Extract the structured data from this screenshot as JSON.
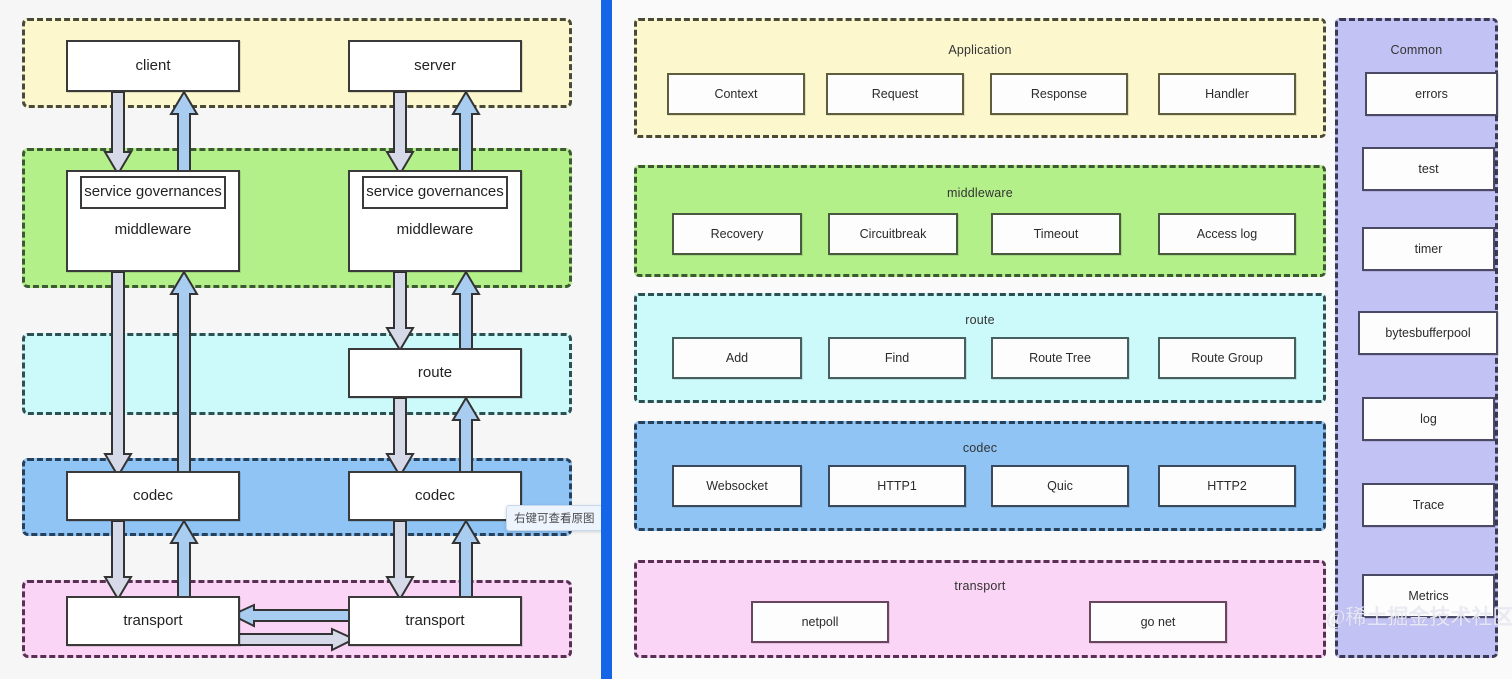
{
  "colors": {
    "divider_blue": "#1565e8",
    "band_yellow": "#fcf7cd",
    "band_green": "#b4f08a",
    "band_cyan": "#ccf9f9",
    "band_blue": "#8fc4f5",
    "band_pink": "#fbd5f5",
    "band_purple": "#c3c2f5",
    "arrow_down": "#d6d9e8",
    "arrow_up": "#a8cdf0",
    "node_border": "#3a3a3a",
    "watermark": "#e9e9f4"
  },
  "left_panel": {
    "bands": [
      {
        "name": "application-band",
        "color_key": "band_yellow"
      },
      {
        "name": "middleware-band",
        "color_key": "band_green"
      },
      {
        "name": "route-band",
        "color_key": "band_cyan"
      },
      {
        "name": "codec-band",
        "color_key": "band_blue"
      },
      {
        "name": "transport-band",
        "color_key": "band_pink"
      }
    ],
    "nodes": {
      "client": "client",
      "server": "server",
      "service_governances_left": "service governances",
      "middleware_left": "middleware",
      "service_governances_right": "service governances",
      "middleware_right": "middleware",
      "route": "route",
      "codec_left": "codec",
      "codec_right": "codec",
      "transport_left": "transport",
      "transport_right": "transport"
    },
    "tooltip": "右键可查看原图"
  },
  "right_panel": {
    "sections": [
      {
        "key": "application",
        "title": "Application",
        "color_key": "band_yellow",
        "items": [
          "Context",
          "Request",
          "Response",
          "Handler"
        ]
      },
      {
        "key": "middleware",
        "title": "middleware",
        "color_key": "band_green",
        "items": [
          "Recovery",
          "Circuitbreak",
          "Timeout",
          "Access log"
        ]
      },
      {
        "key": "route",
        "title": "route",
        "color_key": "band_cyan",
        "items": [
          "Add",
          "Find",
          "Route Tree",
          "Route Group"
        ]
      },
      {
        "key": "codec",
        "title": "codec",
        "color_key": "band_blue",
        "items": [
          "Websocket",
          "HTTP1",
          "Quic",
          "HTTP2"
        ]
      },
      {
        "key": "transport",
        "title": "transport",
        "color_key": "band_pink",
        "items": [
          "netpoll",
          "go net"
        ]
      }
    ],
    "common": {
      "title": "Common",
      "color_key": "band_purple",
      "items": [
        "errors",
        "test",
        "timer",
        "bytesbufferpool",
        "log",
        "Trace",
        "Metrics"
      ]
    },
    "watermark": "@稀土掘金技术社区"
  }
}
